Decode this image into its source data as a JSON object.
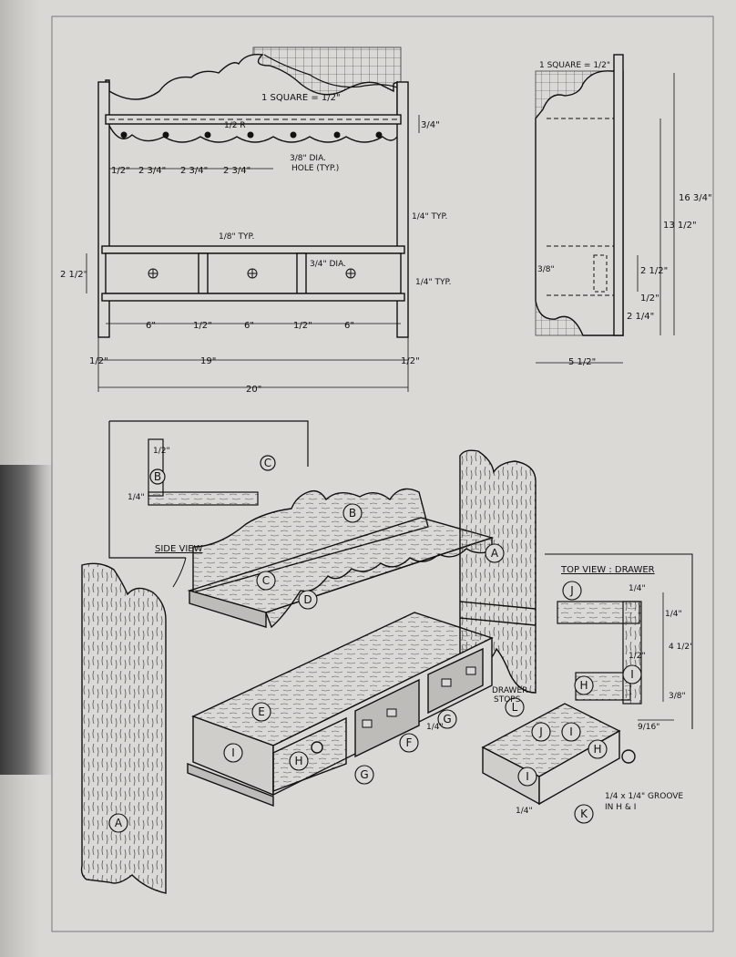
{
  "front": {
    "dims": {
      "three_quarter": "3/4\"",
      "r_half": "1/2 R",
      "hole": "3/8\" DIA.",
      "hole2": "HOLE (TYP.)",
      "d1": "1/2\"",
      "d2": "2 3/4\"",
      "d3": "2 3/4\"",
      "d4": "2 3/4\"",
      "typ8": "1/8\" TYP.",
      "typ4": "1/4\" TYP.",
      "dia34": "3/4\" DIA.",
      "typ14b": "1/4\" TYP.",
      "h212": "2 1/2\"",
      "w6a": "6\"",
      "w6b": "6\"",
      "w6c": "6\"",
      "half1": "1/2\"",
      "half2": "1/2\"",
      "w19": "19\"",
      "edge1": "1/2\"",
      "edge2": "1/2\"",
      "w20": "20\"",
      "sq": "1 SQUARE = 1/2\""
    }
  },
  "side": {
    "sq": "1 SQUARE = 1/2\"",
    "h16": "16 3/4\"",
    "h13": "13 1/2\"",
    "h212": "2 1/2\"",
    "half": "1/2\"",
    "h214": "2 1/4\"",
    "w512": "5 1/2\"",
    "small": "3/8\""
  },
  "detail": {
    "side_view": "SIDE VIEW",
    "half": "1/2\"",
    "quarter": "1/4\""
  },
  "topview": {
    "title": "TOP VIEW : DRAWER",
    "d1": "1/4\"",
    "d2": "1/4\"",
    "d3": "4 1/2\"",
    "d4": "1/2\"",
    "d5": "3/8\"",
    "d6": "9/16\""
  },
  "notes": {
    "drawer_stops_1": "DRAWER",
    "drawer_stops_2": "STOPS",
    "groove_1": "1/4 x 1/4\" GROOVE",
    "groove_2": "IN H & I",
    "quarter_k": "1/4\"",
    "quarter_f": "1/4\""
  },
  "parts": {
    "A": "A",
    "B": "B",
    "C": "C",
    "D": "D",
    "E": "E",
    "F": "F",
    "G": "G",
    "H": "H",
    "I": "I",
    "J": "J",
    "K": "K",
    "L": "L"
  }
}
